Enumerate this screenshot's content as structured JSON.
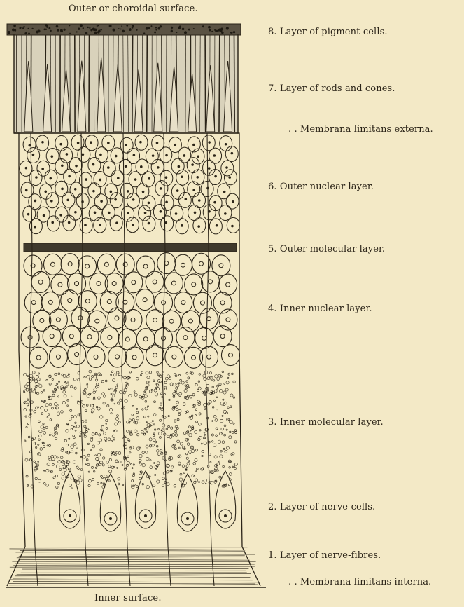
{
  "captions": {
    "top": "Outer or choroidal surface.",
    "bottom": "Inner surface."
  },
  "labels": [
    "8. Layer of pigment-cells.",
    "7. Layer of rods and cones.",
    ". . Membrana limitans externa.",
    "6. Outer nuclear layer.",
    "5. Outer molecular layer.",
    "4. Inner nuclear layer.",
    "3. Inner molecular layer.",
    "2. Layer of nerve-cells.",
    "1. Layer of nerve-fibres.",
    ". . Membrana limitans interna."
  ],
  "colors": {
    "paper": "#f3e9c6",
    "ink": "#2b2418"
  }
}
